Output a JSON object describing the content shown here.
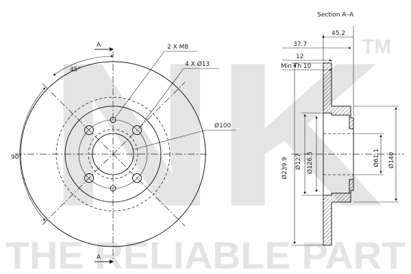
{
  "watermark": {
    "logo": "NK",
    "tm": "TM",
    "tagline": "THE RELIABLE PART"
  },
  "section": {
    "title": "Section A–A"
  },
  "front_view": {
    "section_marker": "A",
    "angle_top": "45°",
    "angle_left": "90°",
    "callout_bolt": "2 X M8",
    "callout_hole": "4 X Ø13",
    "callout_center": "Ø100"
  },
  "side_view": {
    "dim_overall": "45.2",
    "dim_hat": "37.7",
    "dim_thickness": "12",
    "dim_min_thickness": "Min Th 10",
    "dim_outer_diameter": "Ø239.9",
    "dim_d127": "Ø127",
    "dim_d126_5": "Ø126.5",
    "dim_d61_1": "Ø61.1",
    "dim_d140": "Ø140"
  }
}
